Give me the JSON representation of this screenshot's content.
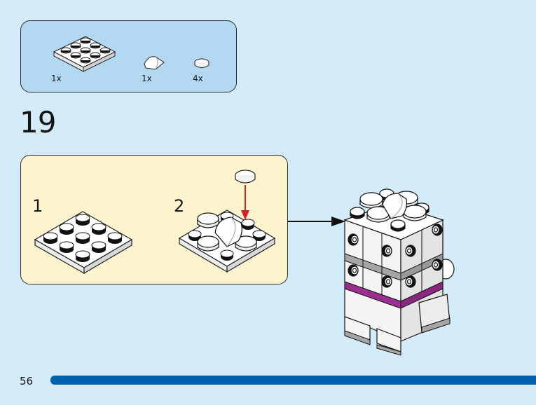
{
  "parts_list": {
    "items": [
      {
        "part": "plate-3x3",
        "quantity": "1x"
      },
      {
        "part": "curved-slope-1x1",
        "quantity": "1x"
      },
      {
        "part": "round-tile-1x1",
        "quantity": "4x"
      }
    ]
  },
  "step": {
    "number": "19",
    "substeps": [
      {
        "number": "1",
        "description": "plate-3x3"
      },
      {
        "number": "2",
        "description": "add-round-tiles-and-curved-slope"
      }
    ]
  },
  "colors": {
    "background": "#d4ebfa",
    "parts_box": "#b3d9f2",
    "substep_box": "#fdf4cf",
    "page_bar": "#0061b0",
    "arrow_red": "#d42020",
    "magenta_stripe": "#9b2f8f",
    "gray_band": "#a6a6a6"
  },
  "footer": {
    "page_number": "56"
  }
}
